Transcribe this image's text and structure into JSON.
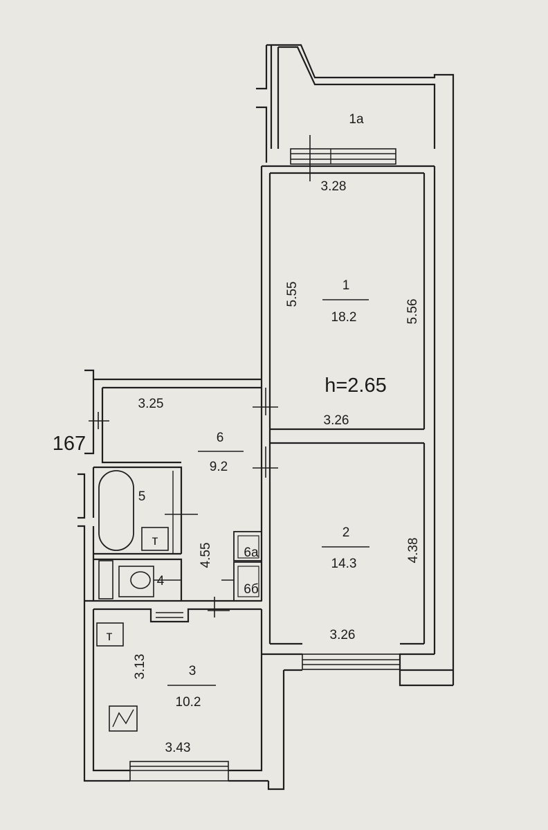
{
  "plan": {
    "ceiling_height": "h=2.65",
    "wall_mark": "167",
    "rooms": [
      {
        "id": "1a",
        "number": "1a",
        "area": ""
      },
      {
        "id": "1",
        "number": "1",
        "area": "18.2",
        "dims": [
          "5.55",
          "5.56",
          "3.28",
          "3.26"
        ]
      },
      {
        "id": "2",
        "number": "2",
        "area": "14.3",
        "dims": [
          "4.38",
          "3.26"
        ]
      },
      {
        "id": "3",
        "number": "3",
        "area": "10.2",
        "dims": [
          "3.13",
          "3.43"
        ]
      },
      {
        "id": "4",
        "number": "4",
        "area": ""
      },
      {
        "id": "5",
        "number": "5",
        "area": ""
      },
      {
        "id": "6",
        "number": "6",
        "area": "9.2",
        "dims": [
          "3.25",
          "4.55"
        ]
      },
      {
        "id": "6a",
        "number": "6a",
        "area": ""
      },
      {
        "id": "6b",
        "number": "6б",
        "area": ""
      }
    ],
    "colors": {
      "line": "#1e1e1e",
      "paper": "#e9e8e3"
    }
  }
}
